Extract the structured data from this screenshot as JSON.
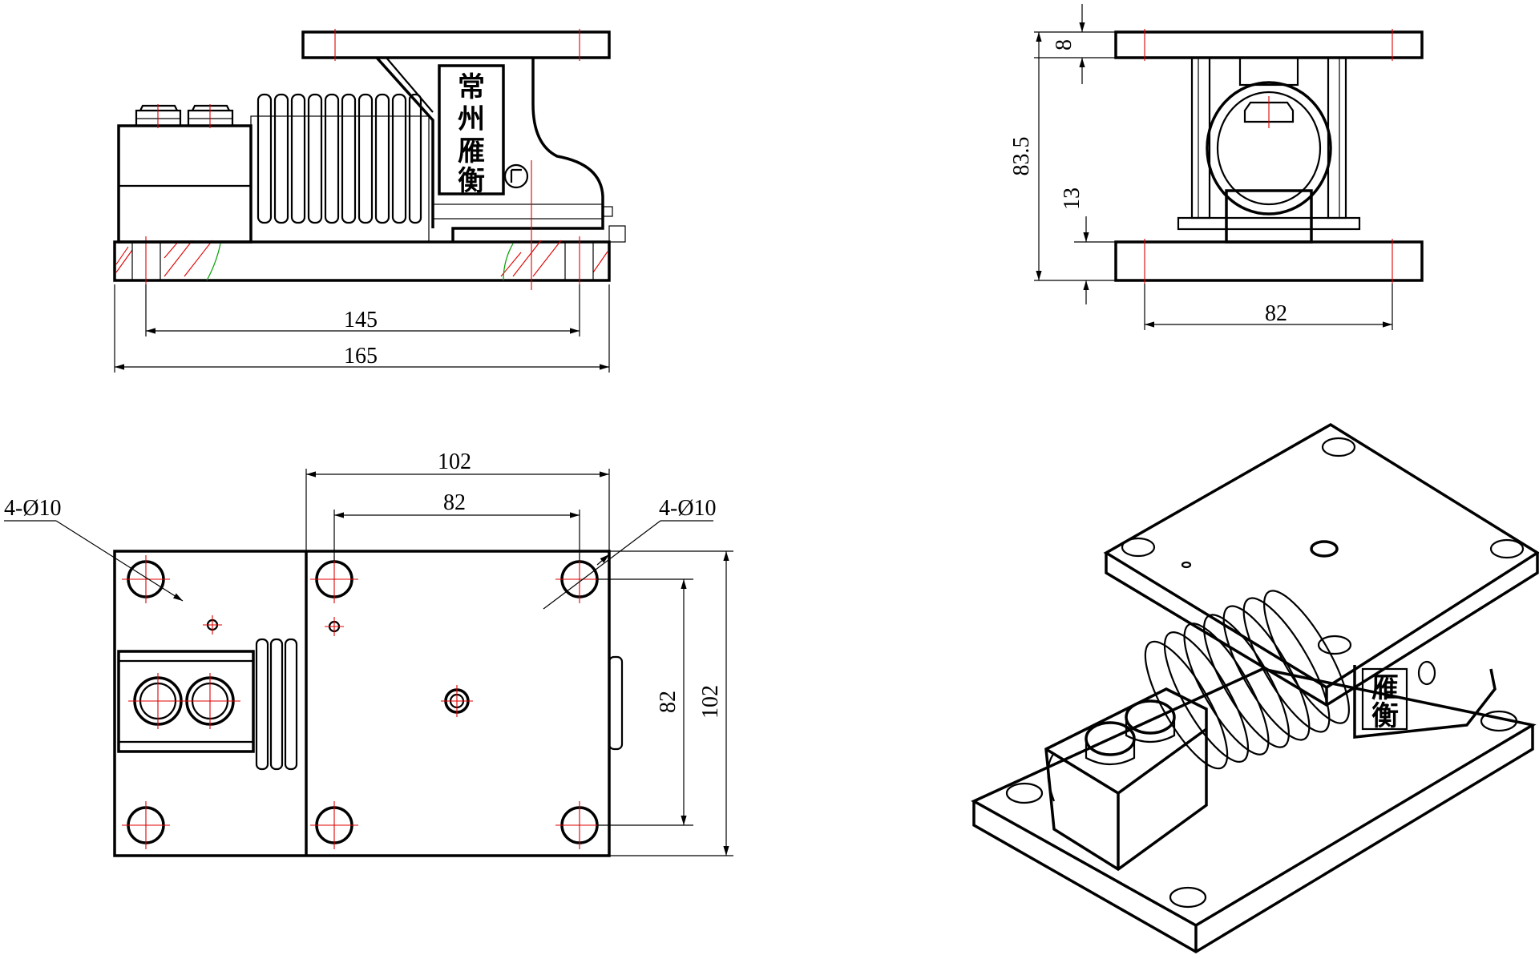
{
  "views": {
    "front": {
      "dim_inner": "145",
      "dim_outer": "165",
      "brand_chars": [
        "常",
        "州",
        "雁",
        "衡"
      ]
    },
    "side": {
      "dim_top_plate": "8",
      "dim_total_height": "83.5",
      "dim_bottom": "13",
      "dim_width": "82"
    },
    "top": {
      "dim_overall": "102",
      "dim_hole_spacing_x": "82",
      "dim_hole_spacing_y": "82",
      "dim_overall_y": "102",
      "hole_callout_left": "4-Ø10",
      "hole_callout_right": "4-Ø10"
    },
    "iso": {
      "brand_chars": [
        "雁",
        "衡"
      ]
    }
  },
  "colors": {
    "line": "#000000",
    "centerline": "#e00000",
    "hatch": "#e00000",
    "accent": "#00a000"
  }
}
